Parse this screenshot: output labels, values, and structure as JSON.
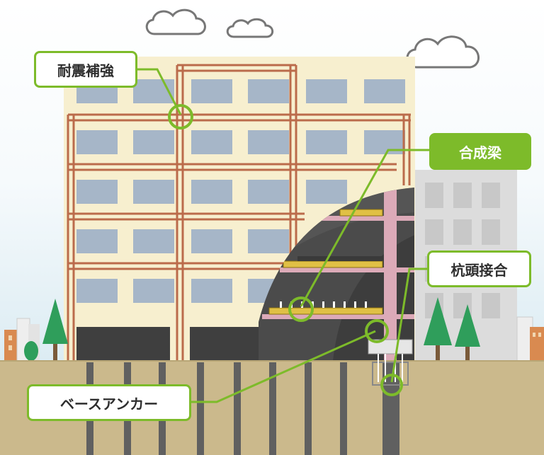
{
  "labels": {
    "seismic_reinforcement": "耐震補強",
    "composite_beam": "合成梁",
    "pile_head_joint": "杭頭接合",
    "base_anchor": "ベースアンカー"
  },
  "colors": {
    "accent_green": "#7dbb2a",
    "frame_brown": "#bb6b4b",
    "building_cream": "#f7efcf",
    "window_blue": "#a6b6c8",
    "ground": "#cbb98c",
    "beam_yellow": "#e0c045",
    "pink_column": "#dcaab8",
    "tree_green": "#2f9e5b"
  },
  "icons": [
    "cloud-icon",
    "tree-icon",
    "callout-circle-icon"
  ]
}
